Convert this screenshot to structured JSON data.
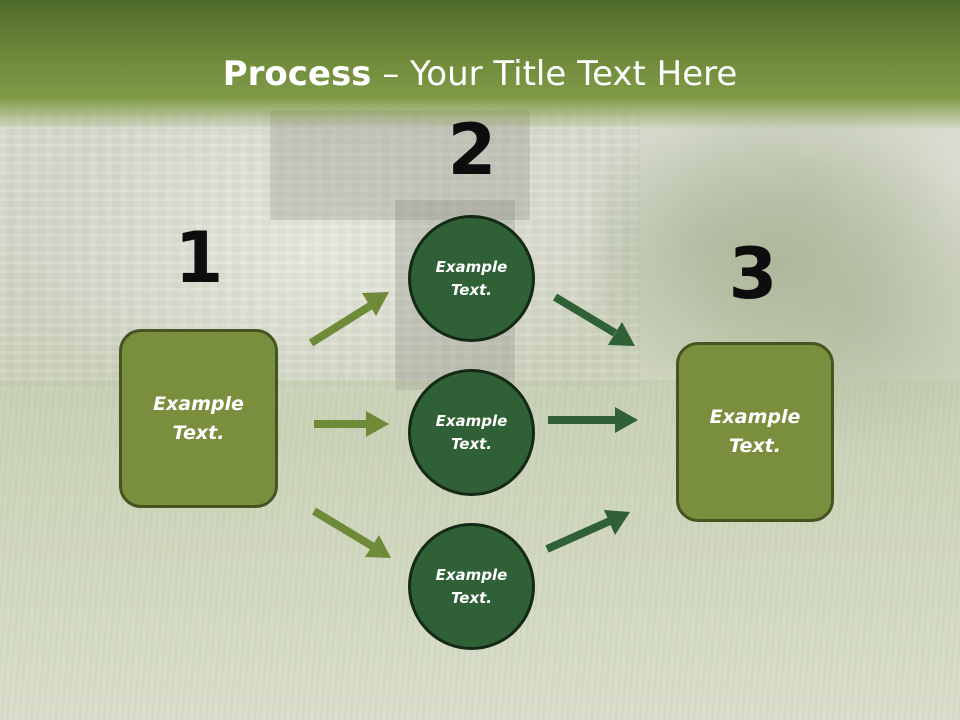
{
  "title": {
    "bold_part": "Process",
    "rest_part": " – Your Title Text Here"
  },
  "steps": [
    {
      "number": "1",
      "box_text": "Example\nText."
    },
    {
      "number": "2",
      "circles": [
        {
          "text": "Example\nText."
        },
        {
          "text": "Example\nText."
        },
        {
          "text": "Example\nText."
        }
      ]
    },
    {
      "number": "3",
      "box_text": "Example\nText."
    }
  ],
  "colors": {
    "title_band": "#6f8a3a",
    "box_fill": "#7a8f3e",
    "circle_fill": "#2f6036",
    "arrow_light": "#6f8b3a",
    "arrow_dark": "#2f6036"
  }
}
